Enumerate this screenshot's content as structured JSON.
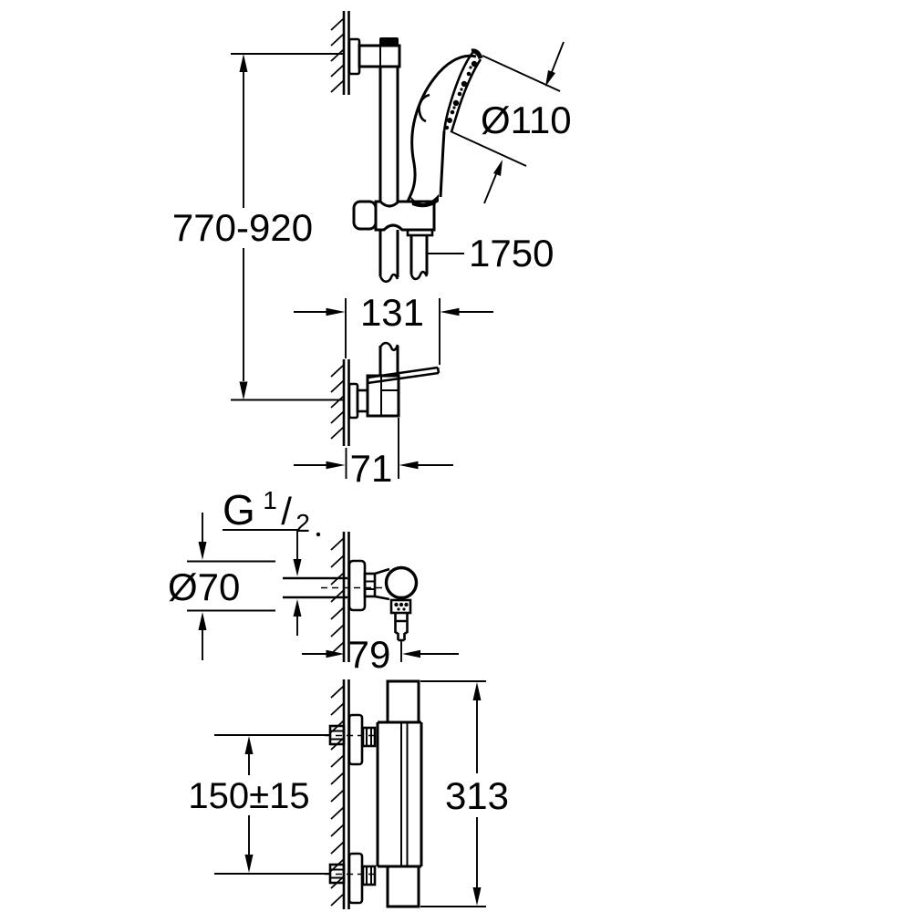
{
  "drawing": {
    "background_color": "#ffffff",
    "line_color": "#000000",
    "views": {
      "rail": {
        "rail_height": "770-920",
        "head_diameter": "Ø110",
        "hose_length": "1750",
        "shelf_depth": "131",
        "bracket_depth": "71"
      },
      "valve": {
        "thread_g": "G",
        "thread_numerator": "1",
        "thread_slash": "/",
        "thread_denominator": "2",
        "escutcheon_diameter": "Ø70",
        "valve_depth": "79"
      },
      "mixer": {
        "inlet_spacing": "150±15",
        "body_height": "313"
      }
    }
  }
}
